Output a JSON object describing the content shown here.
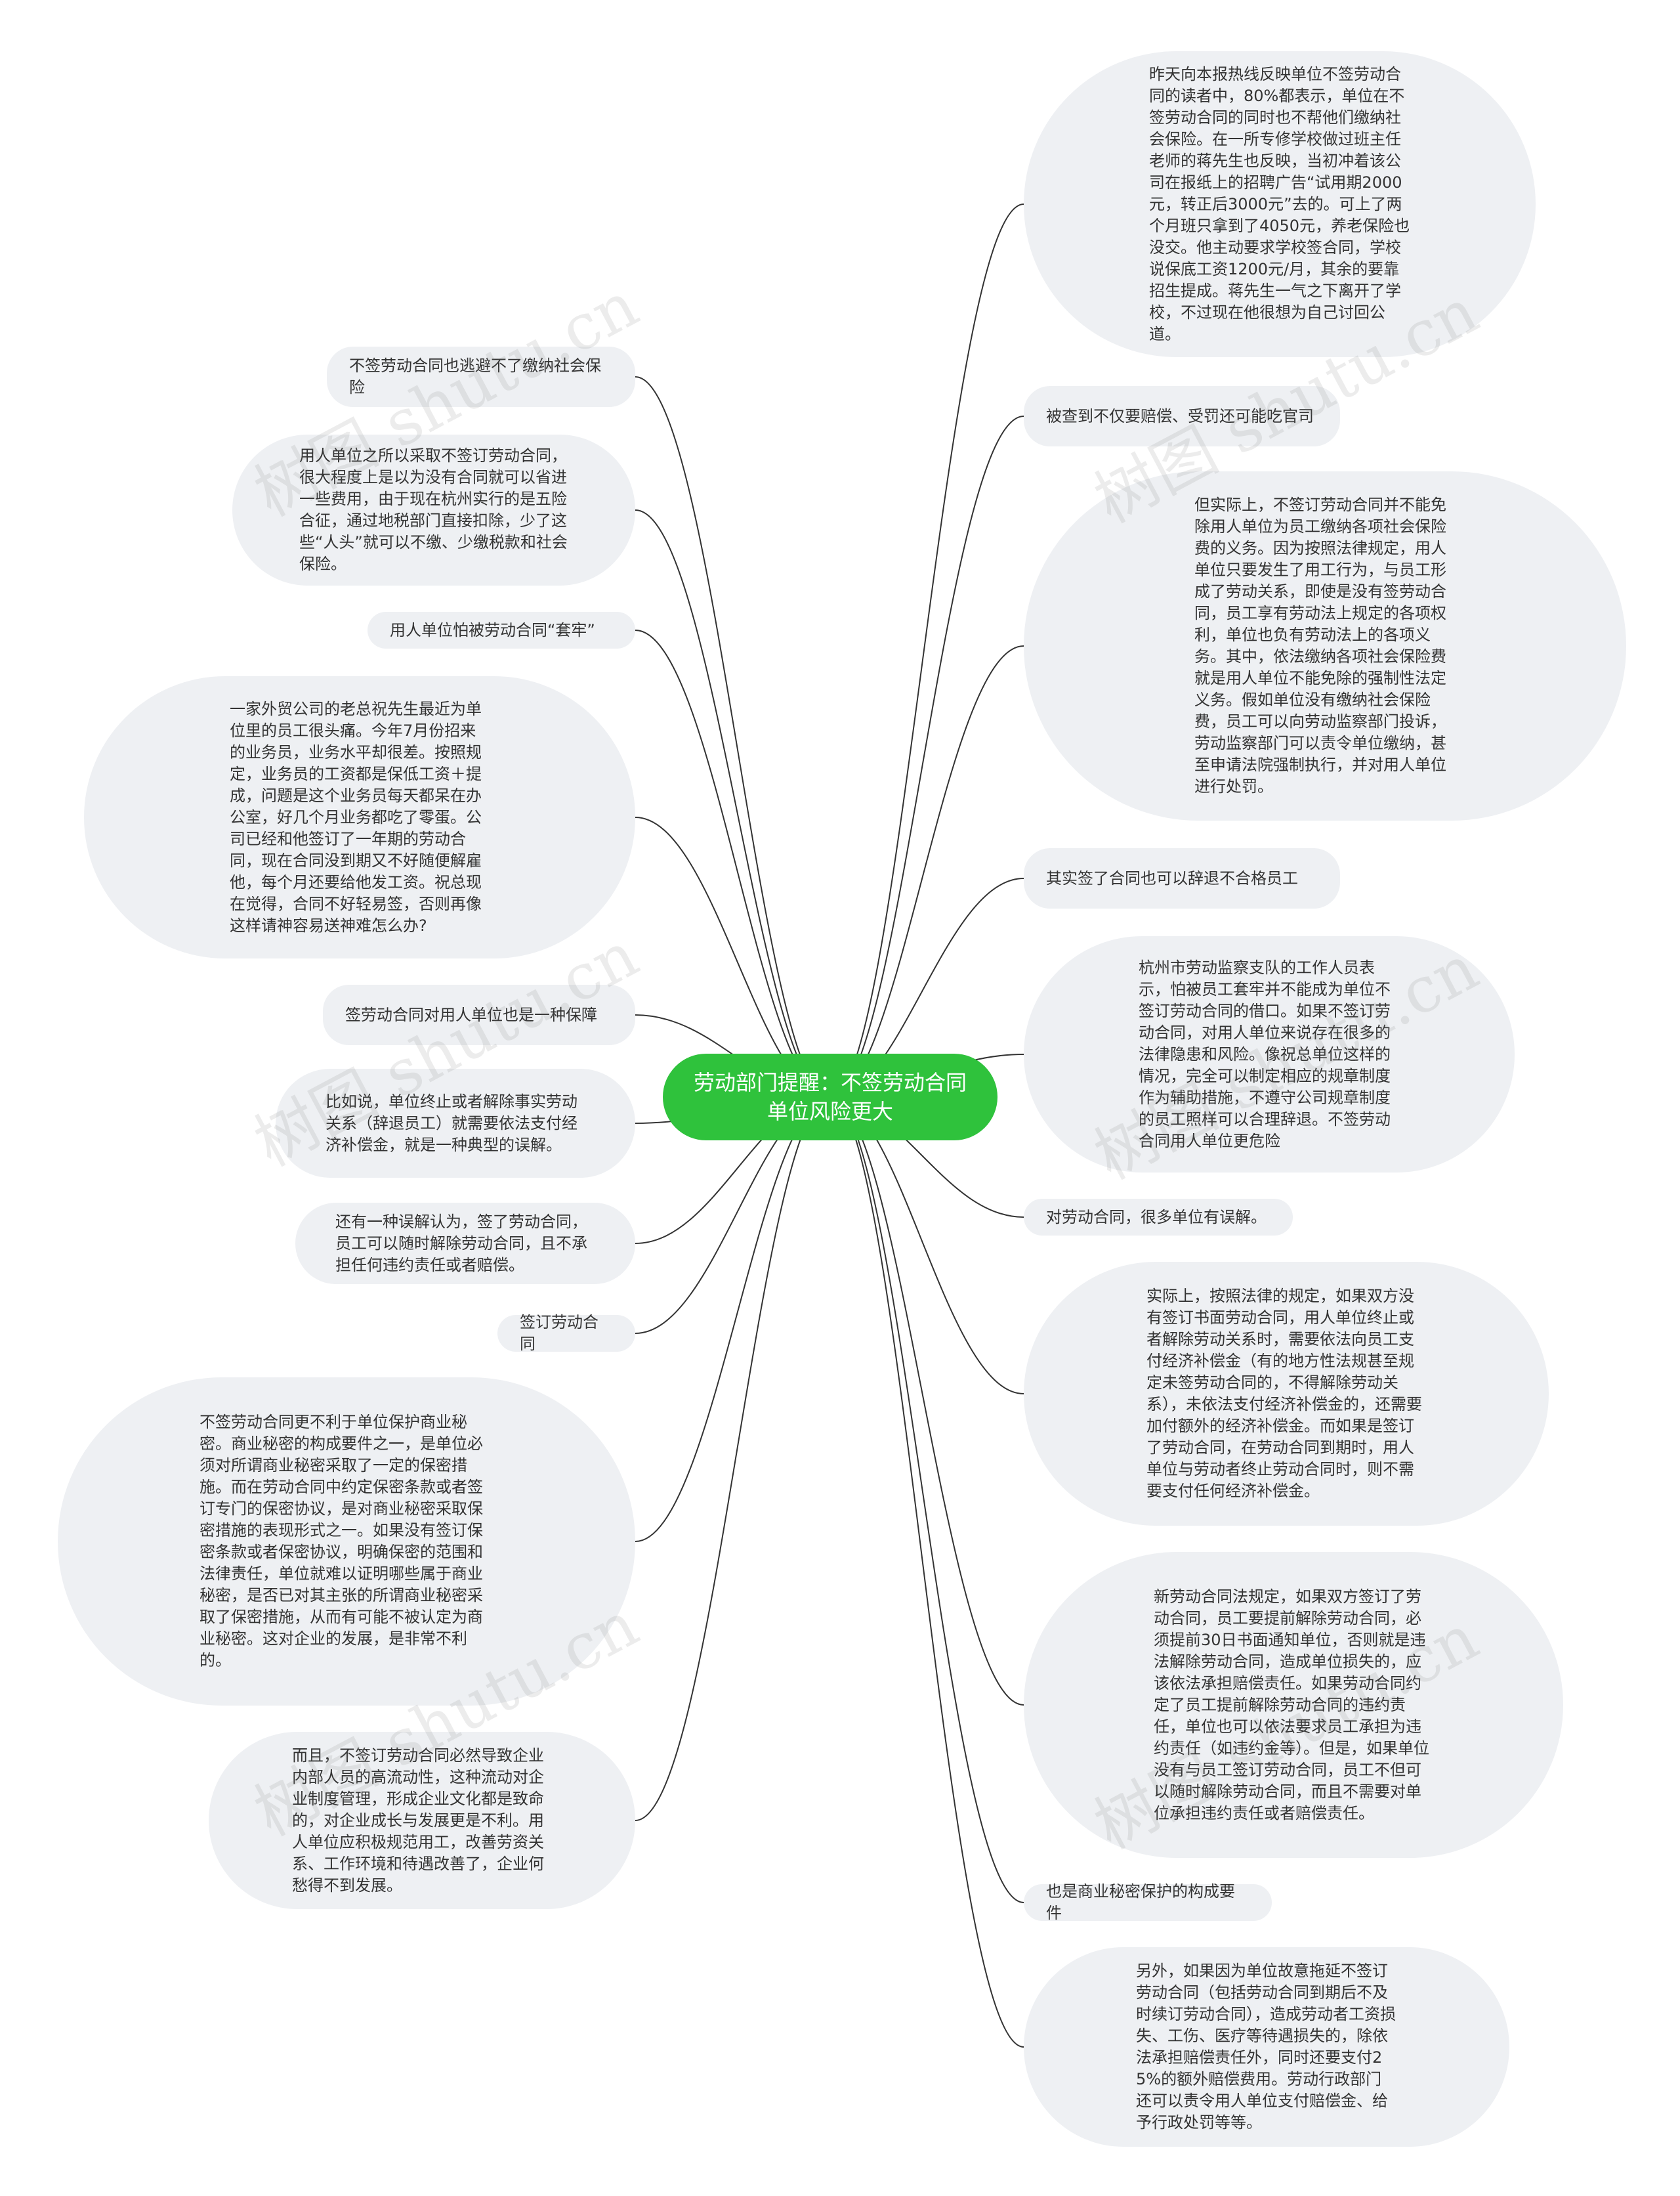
{
  "root": "劳动部门提醒：不签劳动合同单位风险更大",
  "watermark": "树图 shutu.cn",
  "left_nodes": [
    "不签劳动合同也逃避不了缴纳社会保险",
    "用人单位之所以采取不签订劳动合同，很大程度上是以为没有合同就可以省进一些费用，由于现在杭州实行的是五险合征，通过地税部门直接扣除，少了这些“人头”就可以不缴、少缴税款和社会保险。",
    "用人单位怕被劳动合同“套牢”",
    "一家外贸公司的老总祝先生最近为单位里的员工很头痛。今年7月份招来的业务员，业务水平却很差。按照规定，业务员的工资都是保低工资＋提成，问题是这个业务员每天都呆在办公室，好几个月业务都吃了零蛋。公司已经和他签订了一年期的劳动合同，现在合同没到期又不好随便解雇他，每个月还要给他发工资。祝总现在觉得，合同不好轻易签，否则再像这样请神容易送神难怎么办?",
    "签劳动合同对用人单位也是一种保障",
    "比如说，单位终止或者解除事实劳动关系（辞退员工）就需要依法支付经济补偿金，就是一种典型的误解。",
    "还有一种误解认为，签了劳动合同，员工可以随时解除劳动合同，且不承担任何违约责任或者赔偿。",
    "签订劳动合同",
    "不签劳动合同更不利于单位保护商业秘密。商业秘密的构成要件之一，是单位必须对所谓商业秘密采取了一定的保密措施。而在劳动合同中约定保密条款或者签订专门的保密协议，是对商业秘密采取保密措施的表现形式之一。如果没有签订保密条款或者保密协议，明确保密的范围和法律责任，单位就难以证明哪些属于商业秘密，是否已对其主张的所谓商业秘密采取了保密措施，从而有可能不被认定为商业秘密。这对企业的发展，是非常不利的。",
    "而且，不签订劳动合同必然导致企业内部人员的高流动性，这种流动对企业制度管理，形成企业文化都是致命的，对企业成长与发展更是不利。用人单位应积极规范用工，改善劳资关系、工作环境和待遇改善了，企业何愁得不到发展。"
  ],
  "right_nodes": [
    "昨天向本报热线反映单位不签劳动合同的读者中，80%都表示，单位在不签劳动合同的同时也不帮他们缴纳社会保险。在一所专修学校做过班主任老师的蒋先生也反映，当初冲着该公司在报纸上的招聘广告“试用期2000元，转正后3000元”去的。可上了两个月班只拿到了4050元，养老保险也没交。他主动要求学校签合同，学校说保底工资1200元/月，其余的要靠招生提成。蒋先生一气之下离开了学校，不过现在他很想为自己讨回公道。",
    "被查到不仅要赔偿、受罚还可能吃官司",
    "但实际上，不签订劳动合同并不能免除用人单位为员工缴纳各项社会保险费的义务。因为按照法律规定，用人单位只要发生了用工行为，与员工形成了劳动关系，即使是没有签劳动合同，员工享有劳动法上规定的各项权利，单位也负有劳动法上的各项义务。其中，依法缴纳各项社会保险费就是用人单位不能免除的强制性法定义务。假如单位没有缴纳社会保险费，员工可以向劳动监察部门投诉，劳动监察部门可以责令单位缴纳，甚至申请法院强制执行，并对用人单位进行处罚。",
    "其实签了合同也可以辞退不合格员工",
    "杭州市劳动监察支队的工作人员表示，怕被员工套牢并不能成为单位不签订劳动合同的借口。如果不签订劳动合同，对用人单位来说存在很多的法律隐患和风险。像祝总单位这样的情况，完全可以制定相应的规章制度作为辅助措施，不遵守公司规章制度的员工照样可以合理辞退。不签劳动合同用人单位更危险",
    "对劳动合同，很多单位有误解。",
    "实际上，按照法律的规定，如果双方没有签订书面劳动合同，用人单位终止或者解除劳动关系时，需要依法向员工支付经济补偿金（有的地方性法规甚至规定未签劳动合同的，不得解除劳动关系），未依法支付经济补偿金的，还需要加付额外的经济补偿金。而如果是签订了劳动合同，在劳动合同到期时，用人单位与劳动者终止劳动合同时，则不需要支付任何经济补偿金。",
    "新劳动合同法规定，如果双方签订了劳动合同，员工要提前解除劳动合同，必须提前30日书面通知单位，否则就是违法解除劳动合同，造成单位损失的，应该依法承担赔偿责任。如果劳动合同约定了员工提前解除劳动合同的违约责任，单位也可以依法要求员工承担为违约责任（如违约金等）。但是，如果单位没有与员工签订劳动合同，员工不但可以随时解除劳动合同，而且不需要对单位承担违约责任或者赔偿责任。",
    "也是商业秘密保护的构成要件",
    "另外，如果因为单位故意拖延不签订劳动合同（包括劳动合同到期后不及时续订劳动合同），造成劳动者工资损失、工伤、医疗等待遇损失的，除依法承担赔偿责任外，同时还要支付25%的额外赔偿费用。劳动行政部门还可以责令用人单位支付赔偿金、给予行政处罚等等。"
  ]
}
